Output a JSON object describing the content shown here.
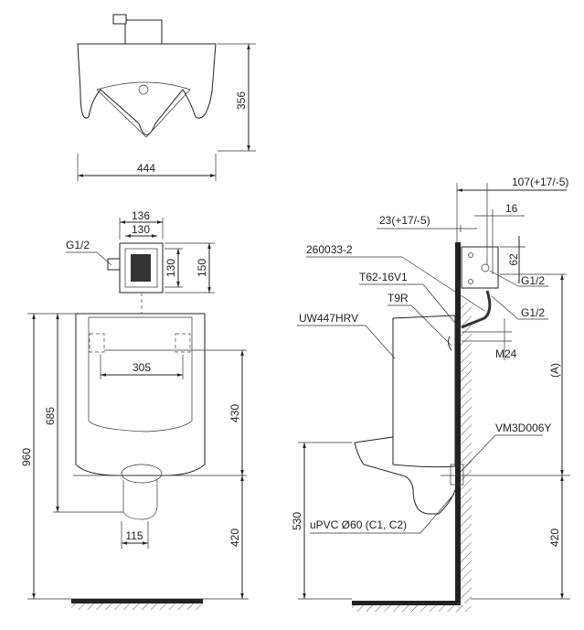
{
  "top_view": {
    "dim_height": "356",
    "dim_width": "444"
  },
  "front_view": {
    "dim_box_outer": "136",
    "dim_box_inner": "130",
    "dim_box_h1": "130",
    "dim_box_h2": "150",
    "label_inlet": "G1/2",
    "dim_bracket_span": "305",
    "dim_total_height": "960",
    "dim_body_height": "685",
    "dim_bracket_to_outlet": "430",
    "dim_outlet_height": "420",
    "dim_outlet_width": "115"
  },
  "side_view": {
    "dim_107": "107(+17/-5)",
    "dim_23": "23(+17/-5)",
    "dim_16": "16",
    "dim_62": "62",
    "label_260033": "260033-2",
    "label_t62": "T62-16V1",
    "label_t9r": "T9R",
    "label_model": "UW447HRV",
    "label_g12_top": "G1/2",
    "label_g12_bottom": "G1/2",
    "label_m24": "M24",
    "label_a": "(A)",
    "label_vm3d": "VM3D006Y",
    "label_upvc": "uPVC Ø60 (C1, C2)",
    "dim_530": "530",
    "dim_420": "420"
  }
}
